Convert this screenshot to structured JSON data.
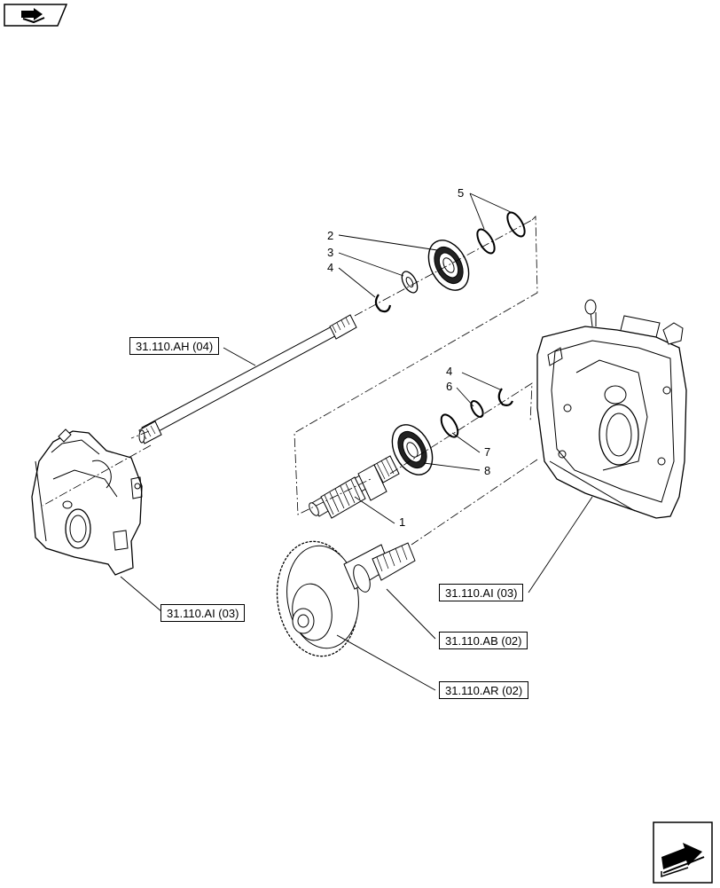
{
  "references": {
    "ah04": "31.110.AH (04)",
    "ai03_left": "31.110.AI (03)",
    "ai03_right": "31.110.AI (03)",
    "ab02": "31.110.AB (02)",
    "ar02": "31.110.AR (02)"
  },
  "callouts": {
    "c1": "1",
    "c2": "2",
    "c3": "3",
    "c4a": "4",
    "c4b": "4",
    "c5": "5",
    "c6": "6",
    "c7": "7",
    "c8": "8"
  },
  "icons": {
    "top_left": "book-arrow-icon",
    "bottom_right": "next-page-arrow-icon"
  }
}
